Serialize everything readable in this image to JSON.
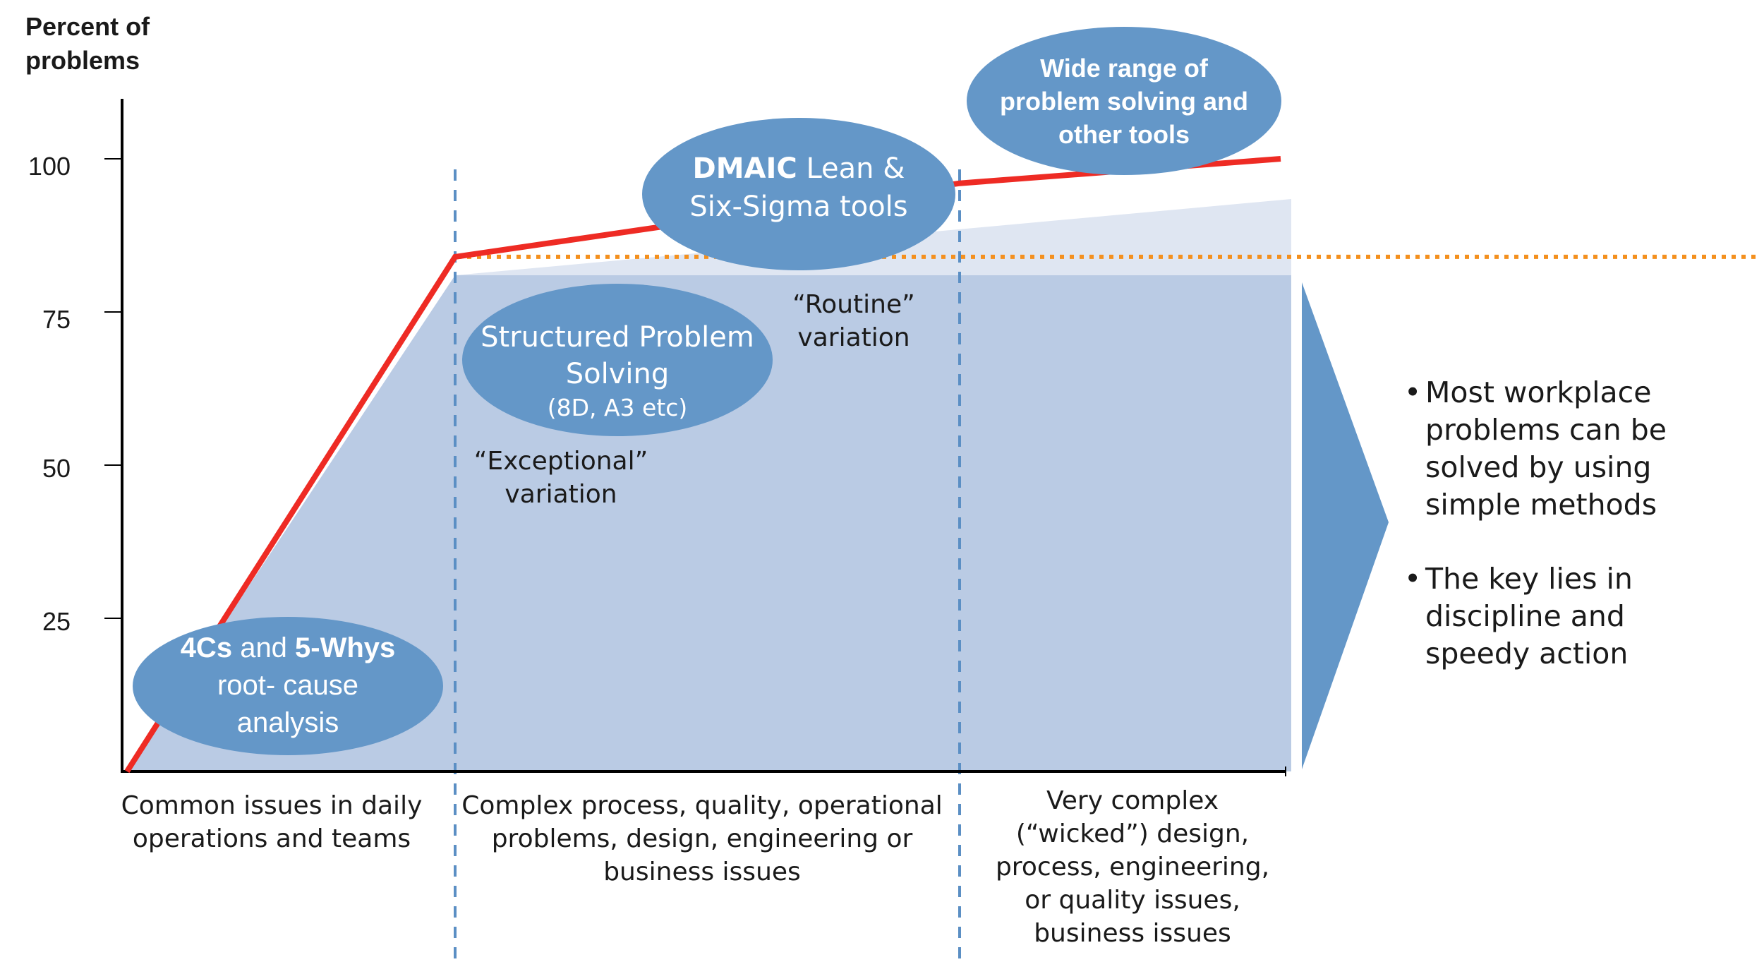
{
  "chart_data": {
    "type": "area",
    "ylabel": "Percent of problems",
    "yticks": [
      "100",
      "75",
      "50",
      "25"
    ],
    "ytick_values": [
      100,
      75,
      50,
      25
    ],
    "ylim": [
      0,
      110
    ],
    "grid": false,
    "categories": [
      "Common issues in daily operations and teams",
      "Complex process, quality, operational problems, design, engineering or business issues",
      "Very complex (“wicked”) design, process, engineering, or quality issues, business issues"
    ],
    "line": {
      "x": [
        0,
        1,
        2,
        3
      ],
      "y": [
        0,
        84,
        96,
        100
      ],
      "color": "#ee2b24"
    },
    "routine_line": {
      "y": 84,
      "color": "#f4901e"
    },
    "tools": [
      {
        "stage": 0,
        "lines": [
          "4Cs and 5-Whys",
          "root- cause",
          "analysis"
        ]
      },
      {
        "stage": 1,
        "lines": [
          "Structured Problem",
          "Solving",
          "(8D, A3 etc)"
        ]
      },
      {
        "stage": 2,
        "lines": [
          "DMAIC Lean &",
          "Six-Sigma tools"
        ]
      },
      {
        "stage": 3,
        "lines": [
          "Wide range of",
          "problem solving and",
          "other tools"
        ]
      }
    ],
    "annotations": [
      "“Exceptional” variation",
      "“Routine” variation"
    ]
  },
  "labels": {
    "ylabel_line1": "Percent of",
    "ylabel_line2": "problems",
    "cat1_line1": "Common issues in daily",
    "cat1_line2": "operations and teams",
    "cat2_line1": "Complex process, quality, operational",
    "cat2_line2": "problems, design, engineering or",
    "cat2_line3": "business issues",
    "cat3_line1": "Very complex",
    "cat3_line2": "(“wicked”) design,",
    "cat3_line3": "process, engineering,",
    "cat3_line4": "or quality issues,",
    "cat3_line5": "business issues",
    "exceptional_line1": "“Exceptional”",
    "exceptional_line2": "variation",
    "routine_line1": "“Routine”",
    "routine_line2": "variation"
  },
  "ellipses": {
    "e1_bold1": "4Cs",
    "e1_mid": " and ",
    "e1_bold2": "5-Whys",
    "e1_line2": "root- cause",
    "e1_line3": "analysis",
    "e2_line1": "Structured Problem",
    "e2_line2": "Solving",
    "e2_line3": "(8D, A3 etc)",
    "e3_bold": "DMAIC",
    "e3_rest": " Lean &",
    "e3_line2": "Six-Sigma tools",
    "e4_line1": "Wide range of",
    "e4_line2": "problem solving and",
    "e4_line3": "other tools"
  },
  "bullets": [
    "Most workplace problems can be solved by using simple methods",
    "The key lies in discipline and speedy action"
  ],
  "bullet_symbol": "•",
  "colors": {
    "area": "#bacbe4",
    "area_light": "#dfe6f2",
    "ellipse": "#6497c8",
    "arrow": "#6497c8",
    "divider": "#5b8fc4",
    "axis": "#000000"
  }
}
